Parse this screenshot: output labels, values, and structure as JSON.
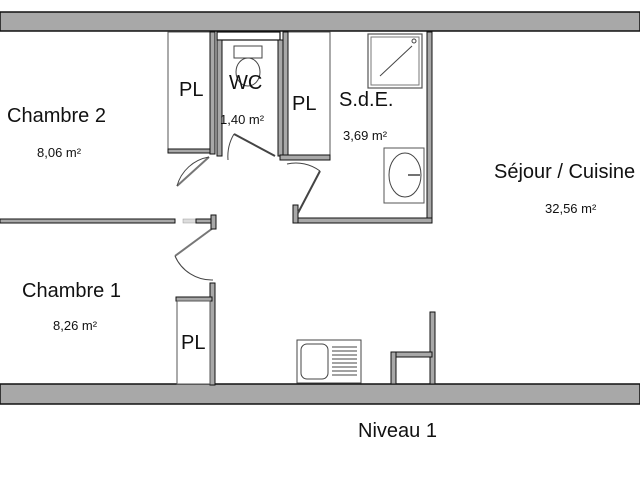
{
  "plan": {
    "level_title": "Niveau 1",
    "wall_fill": "#a8a8a8",
    "wall_stroke": "#111111",
    "rooms": [
      {
        "name": "Chambre 2",
        "area": "8,06 m²"
      },
      {
        "name": "WC",
        "area": "1,40 m²"
      },
      {
        "name": "S.d.E.",
        "area": "3,69 m²"
      },
      {
        "name": "Séjour / Cuisine",
        "area": "32,56 m²"
      },
      {
        "name": "Chambre 1",
        "area": "8,26 m²"
      }
    ],
    "closets": [
      {
        "label": "PL"
      },
      {
        "label": "PL"
      },
      {
        "label": "PL"
      }
    ],
    "fixtures": [
      "shower-tray",
      "toilet",
      "washbasin",
      "kitchen-sink",
      "chair"
    ]
  }
}
